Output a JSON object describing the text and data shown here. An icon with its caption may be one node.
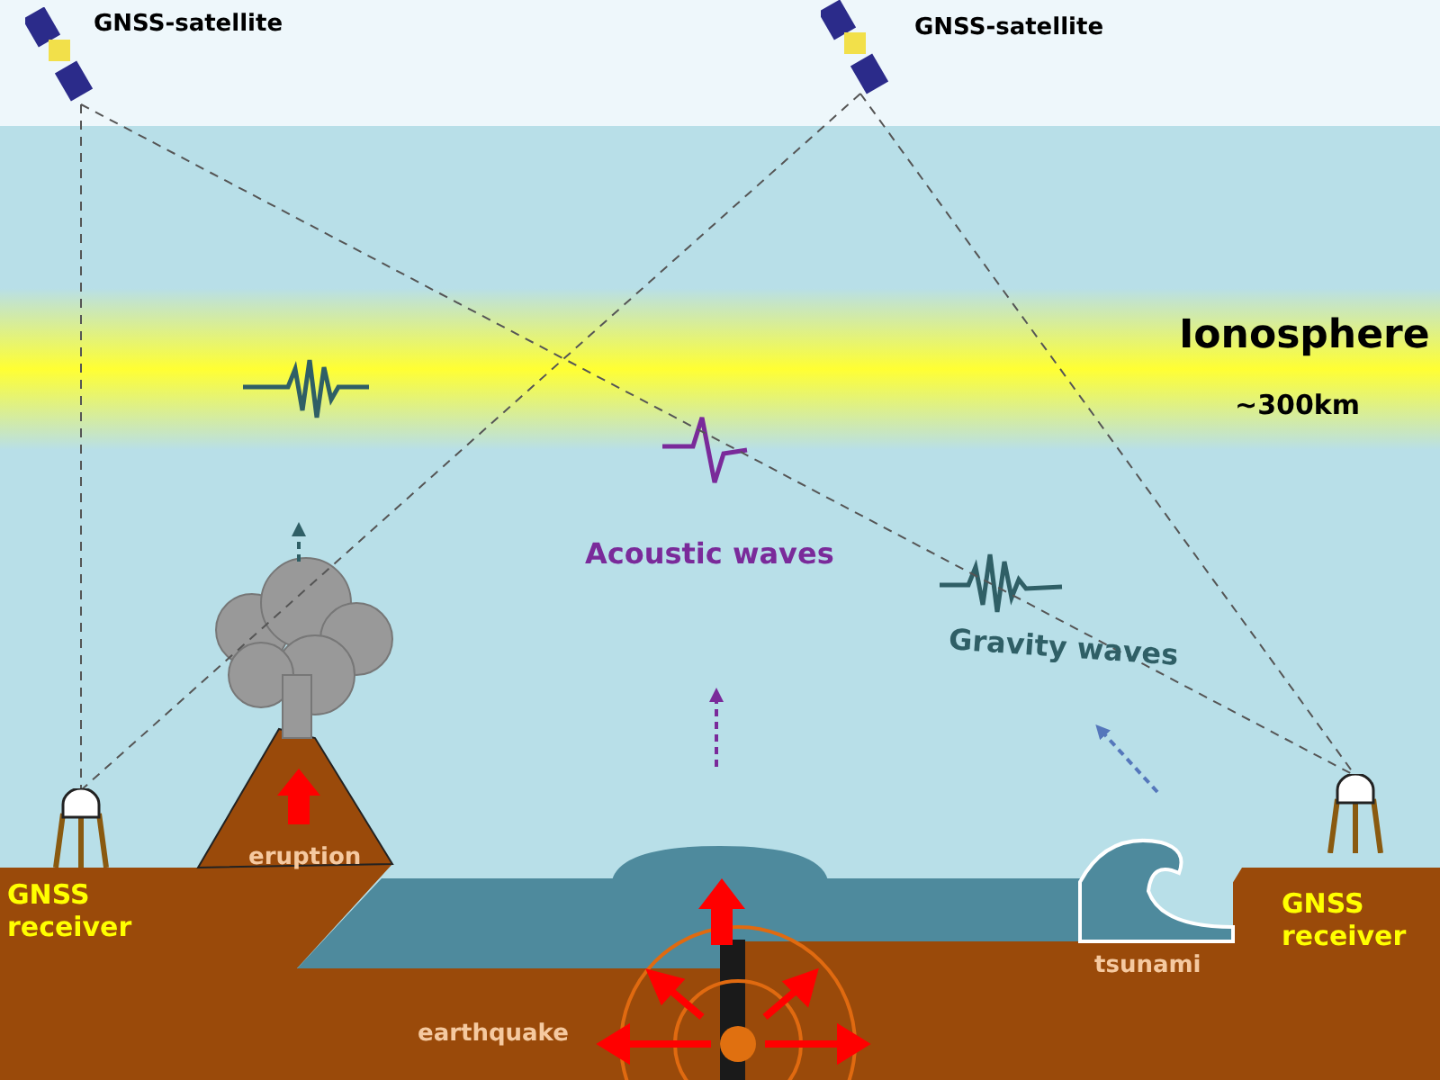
{
  "diagram": {
    "nodes": [
      {
        "text": [
          "GNSS-satellite"
        ]
      },
      {
        "text": [
          "GNSS-satellite"
        ]
      },
      {
        "text": [
          "GNSS receiver"
        ]
      },
      {
        "text": [
          "GNSS receiver"
        ]
      }
    ],
    "edges": [
      {
        "from": 0,
        "to": 2,
        "arrow": "none",
        "style": "dashed"
      },
      {
        "from": 0,
        "to": 3,
        "arrow": "none",
        "style": "dashed"
      },
      {
        "from": 1,
        "to": 2,
        "arrow": "none",
        "style": "dashed"
      },
      {
        "from": 1,
        "to": 3,
        "arrow": "none",
        "style": "dashed"
      }
    ],
    "labels": [
      "Ionosphere",
      "~300km",
      "Acoustic waves",
      "Gravity waves",
      "eruption",
      "tsunami",
      "earthquake"
    ]
  }
}
